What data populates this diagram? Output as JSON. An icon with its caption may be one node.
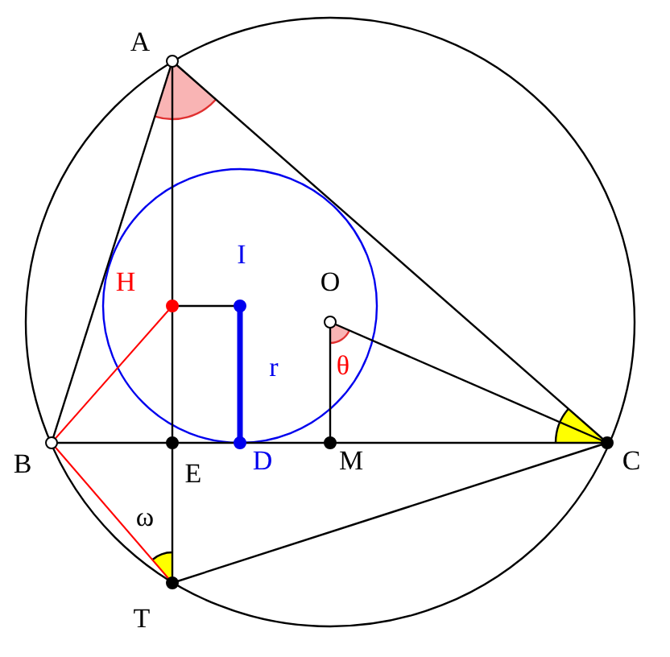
{
  "diagram": {
    "labels": [
      "A",
      "H",
      "I",
      "O",
      "r",
      "θ",
      "B",
      "E",
      "D",
      "M",
      "C",
      "ω",
      "T"
    ]
  }
}
